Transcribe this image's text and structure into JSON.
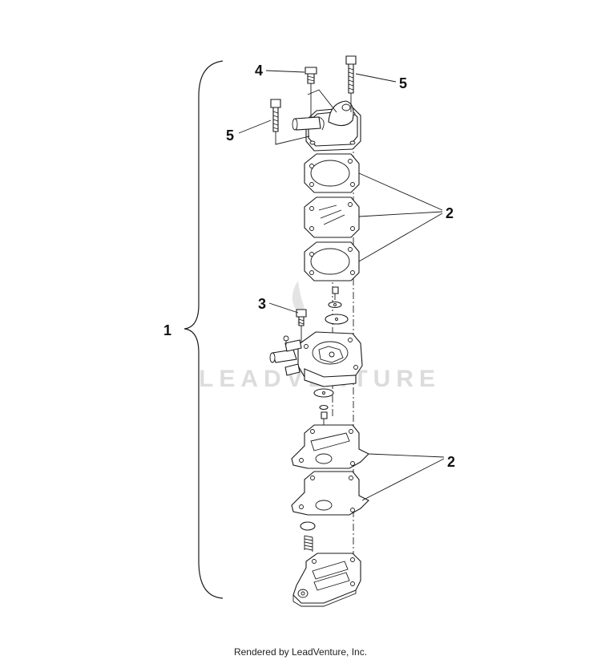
{
  "callouts": {
    "c1": "1",
    "c2a": "2",
    "c2b": "2",
    "c3": "3",
    "c4": "4",
    "c5a": "5",
    "c5b": "5"
  },
  "watermark": "LEADVENTURE",
  "footer": "Rendered by LeadVenture, Inc.",
  "colors": {
    "line": "#1a1a1a",
    "watermark": "#dcdcdc",
    "background": "#ffffff"
  }
}
